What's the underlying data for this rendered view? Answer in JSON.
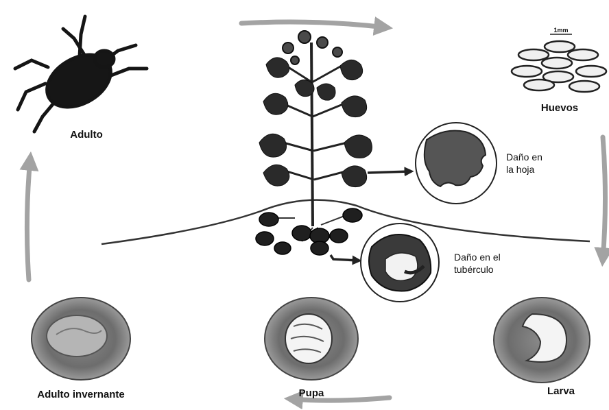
{
  "stages": {
    "adult": "Adulto",
    "eggs": "Huevos",
    "larva": "Larva",
    "pupa": "Pupa",
    "overwintering": "Adulto invernante"
  },
  "damage": {
    "leaf": [
      "Daño en",
      "la hoja"
    ],
    "tuber": [
      "Daño en el",
      "tubérculo"
    ]
  },
  "egg_scale": "1mm",
  "colors": {
    "arrow": "#a3a3a3",
    "ink": "#111111",
    "soil": "#5a5a5a"
  }
}
